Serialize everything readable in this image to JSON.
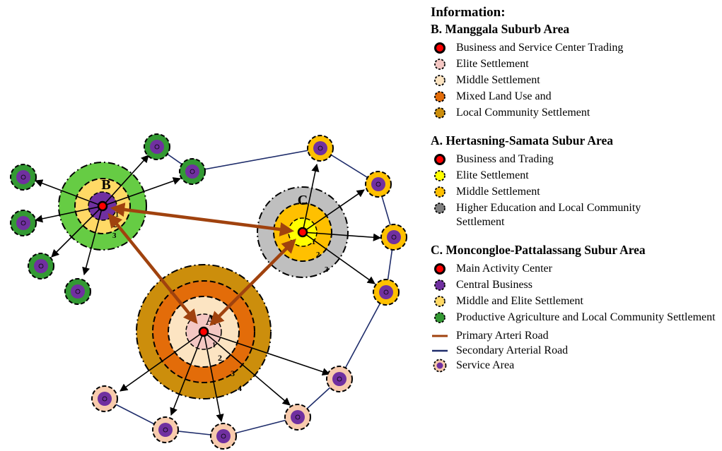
{
  "diagram": {
    "centers": {
      "A": {
        "label": "A",
        "ring_labels": [
          "1",
          "2",
          "3",
          "4"
        ]
      },
      "B": {
        "label": "B",
        "ring_labels": [
          "1",
          "2",
          "3"
        ]
      },
      "C": {
        "label": "C",
        "ring_labels": [
          "1",
          "2",
          "3"
        ]
      }
    }
  },
  "legend": {
    "title": "Information:",
    "sections": [
      {
        "heading": "B.  Manggala Suburb Area",
        "items": [
          {
            "label": "Business and Service Center Trading",
            "icon": "red-dot-circle",
            "color": "#ff0000"
          },
          {
            "label": "Elite Settlement",
            "icon": "pink-dashed-circle",
            "color": "#f4c7c3"
          },
          {
            "label": "Middle Settlement",
            "icon": "cream-dashed-circle",
            "color": "#fce4c2"
          },
          {
            "label": "Mixed Land Use and",
            "icon": "orange-dashed-circle",
            "color": "#e36c09"
          },
          {
            "label": "Local Community Settlement",
            "icon": "brown-dashed-circle",
            "color": "#cc8e0c"
          }
        ]
      },
      {
        "heading": "A.  Hertasning-Samata Subur Area",
        "items": [
          {
            "label": "Business and Trading",
            "icon": "red-dot-circle",
            "color": "#ff0000"
          },
          {
            "label": "Elite Settlement",
            "icon": "yellow-dashed-circle",
            "color": "#ffff00"
          },
          {
            "label": "Middle Settlement",
            "icon": "amber-dashed-circle",
            "color": "#ffc000"
          },
          {
            "label": "Higher Education and Local Community Settlement",
            "icon": "gray-dashed-circle",
            "color": "#808080"
          }
        ]
      },
      {
        "heading": "C.  Moncongloe-Pattalassang Subur Area",
        "items": [
          {
            "label": "Main Activity Center",
            "icon": "red-dot-circle",
            "color": "#ff0000"
          },
          {
            "label": "Central Business",
            "icon": "purple-dashed-circle",
            "color": "#7030a0"
          },
          {
            "label": "Middle and Elite Settlement",
            "icon": "lightgold-dashed-circle",
            "color": "#ffd966"
          },
          {
            "label": "Productive Agriculture and Local Community Settlement",
            "icon": "green-dashed-circle",
            "color": "#339933"
          }
        ]
      }
    ],
    "roads": [
      {
        "label": "Primary Arteri Road",
        "icon": "primary-road-line",
        "color": "#a0420e"
      },
      {
        "label": "Secondary Arterial Road",
        "icon": "secondary-road-line",
        "color": "#1f2d6b"
      },
      {
        "label": "Service Area",
        "icon": "service-area-icon",
        "color": "#7030a0"
      }
    ]
  }
}
